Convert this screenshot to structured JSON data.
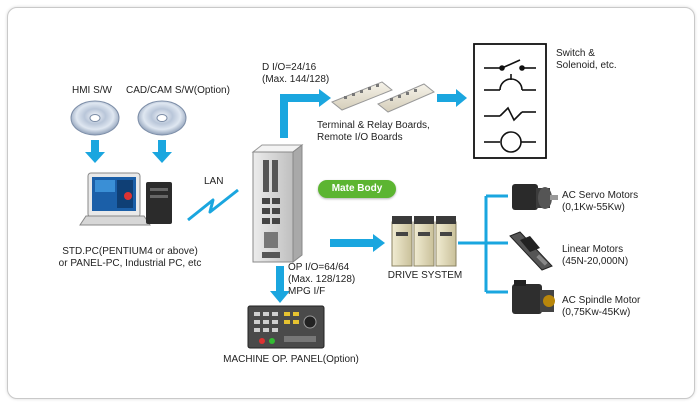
{
  "colors": {
    "arrow": "#1aa6df",
    "badge": "#5cb531",
    "frame": "#c9c9c9"
  },
  "labels": {
    "hmi": "HMI S/W",
    "cadcam": "CAD/CAM S/W(Option)",
    "pc_line1": "STD.PC(PENTIUM4 or above)",
    "pc_line2": "or PANEL-PC, Industrial PC, etc",
    "lan": "LAN",
    "dio_line1": "D I/O=24/16",
    "dio_line2": "(Max. 144/128)",
    "terminal_line1": "Terminal & Relay Boards,",
    "terminal_line2": "Remote I/O Boards",
    "switch_line1": "Switch &",
    "switch_line2": "Solenoid, etc.",
    "mate_body": "Mate Body",
    "op_line1": "OP I/O=64/64",
    "op_line2": "(Max. 128/128)",
    "op_line3": "MPG I/F",
    "machine_panel": "MACHINE OP. PANEL(Option)",
    "drive_system": "DRIVE SYSTEM",
    "servo_line1": "AC Servo Motors",
    "servo_line2": "(0,1Kw-55Kw)",
    "linear_line1": "Linear Motors",
    "linear_line2": "(45N-20,000N)",
    "spindle_line1": "AC Spindle Motor",
    "spindle_line2": "(0,75Kw-45Kw)"
  },
  "icons": [
    "cd-disc-icon",
    "pc-computer-icon",
    "controller-icon",
    "relay-board-icon",
    "switch-symbol-icon",
    "servo-drive-icon",
    "servo-motor-icon",
    "linear-motor-icon",
    "spindle-motor-icon",
    "op-panel-icon"
  ]
}
